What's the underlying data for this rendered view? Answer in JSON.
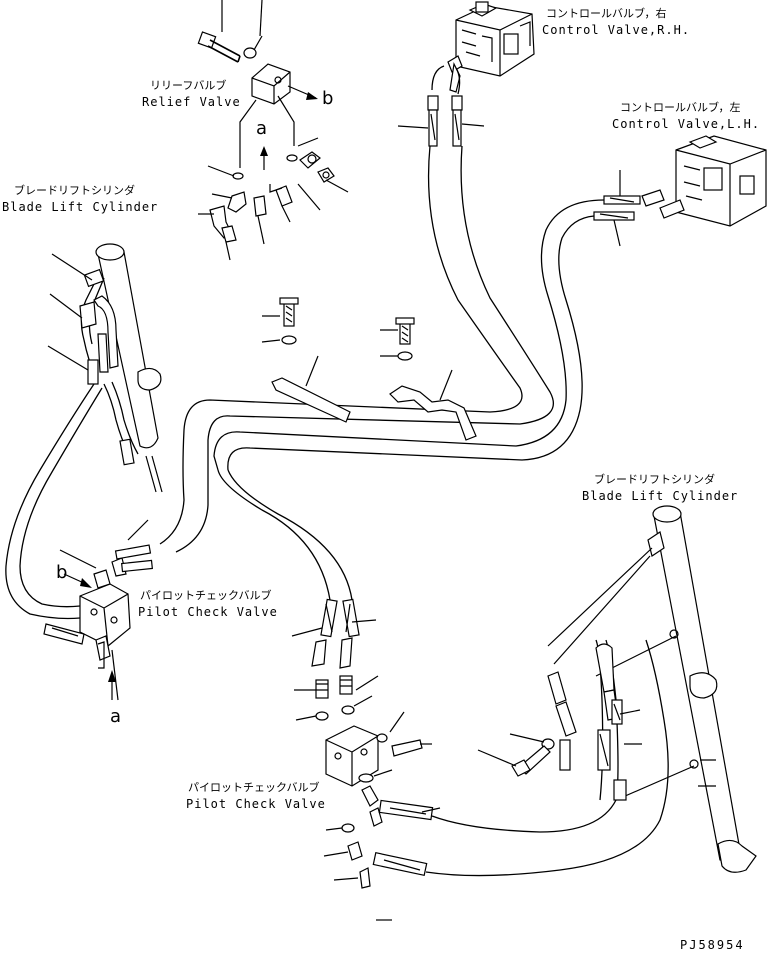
{
  "labels": {
    "control_valve_rh": {
      "jp": "コントロールバルブ，右",
      "en": "Control Valve,R.H."
    },
    "control_valve_lh": {
      "jp": "コントロールバルブ，左",
      "en": "Control Valve,L.H."
    },
    "relief_valve": {
      "jp": "リリーフバルブ",
      "en": "Relief Valve"
    },
    "blade_lift_cylinder_left": {
      "jp": "ブレードリフトシリンダ",
      "en": "Blade Lift Cylinder"
    },
    "blade_lift_cylinder_right": {
      "jp": "ブレードリフトシリンダ",
      "en": "Blade Lift Cylinder"
    },
    "pilot_check_valve_left": {
      "jp": "パイロットチェックバルブ",
      "en": "Pilot Check Valve"
    },
    "pilot_check_valve_center": {
      "jp": "パイロットチェックバルブ",
      "en": "Pilot Check Valve"
    }
  },
  "detail_markers": {
    "a_top": "a",
    "b_top": "b",
    "b_left": "b",
    "a_bottom": "a"
  },
  "drawing_number": "PJ58954"
}
